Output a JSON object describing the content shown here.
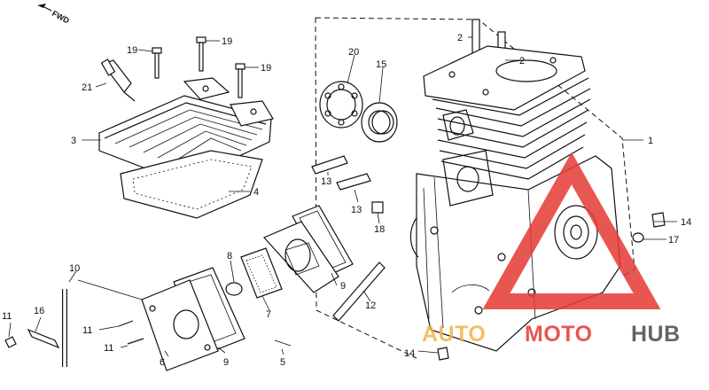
{
  "direction_label": "FWD",
  "callouts": [
    "1",
    "2",
    "2",
    "3",
    "4",
    "5",
    "6",
    "7",
    "8",
    "9",
    "9",
    "10",
    "11",
    "11",
    "11",
    "12",
    "13",
    "13",
    "14",
    "14",
    "15",
    "16",
    "17",
    "18",
    "19",
    "19",
    "19",
    "20",
    "21"
  ],
  "watermark": {
    "text_part_a": "AUTO",
    "text_part_b": "MOTO",
    "text_part_c": "HUB",
    "color_accent": "#e53935",
    "color_gold": "#f2b544",
    "color_dark": "#4a4a4a"
  }
}
